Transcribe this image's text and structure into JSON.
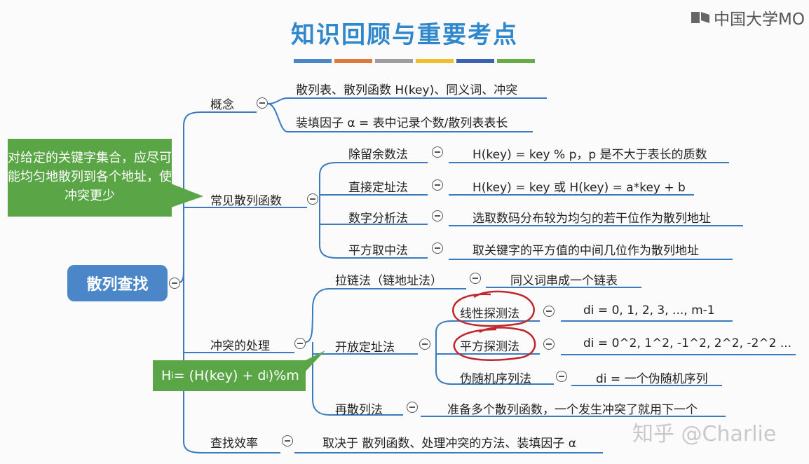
{
  "header": {
    "title": "知识回顾与重要考点",
    "brand": "中国大学MO",
    "stripe_colors": [
      "#4a86c8",
      "#e07a3a",
      "#9e9e9e",
      "#efbf2b",
      "#3a62b0",
      "#6aab45"
    ]
  },
  "root": {
    "label": "散列查找"
  },
  "callouts": {
    "goal": "对给定的关键字集合，应尽可能均匀地散列到各个地址，使冲突更少",
    "formula": {
      "main": "H",
      "sub_i": "i",
      "mid": " = (H(key) + d",
      "sub_i2": "i",
      "tail": ")%m"
    }
  },
  "branches": {
    "concept": {
      "label": "概念",
      "items": [
        "散列表、散列函数 H(key)、同义词、冲突",
        "装填因子 α = 表中记录个数/散列表表长"
      ]
    },
    "hash_functions": {
      "label": "常见散列函数",
      "items": [
        {
          "name": "除留余数法",
          "desc": "H(key) = key % p，p 是不大于表长的质数"
        },
        {
          "name": "直接定址法",
          "desc": "H(key) = key 或 H(key) = a*key + b"
        },
        {
          "name": "数字分析法",
          "desc": "选取数码分布较为均匀的若干位作为散列地址"
        },
        {
          "name": "平方取中法",
          "desc": "取关键字的平方值的中间几位作为散列地址"
        }
      ]
    },
    "conflict": {
      "label": "冲突的处理",
      "chaining": {
        "name": "拉链法（链地址法）",
        "desc": "同义词串成一个链表"
      },
      "open_addressing": {
        "name": "开放定址法",
        "items": [
          {
            "name": "线性探测法",
            "desc": "di = 0, 1, 2, 3, ..., m-1"
          },
          {
            "name": "平方探测法",
            "desc": "di = 0^2, 1^2, -1^2, 2^2, -2^2 ..."
          },
          {
            "name": "伪随机序列法",
            "desc": "di = 一个伪随机序列"
          }
        ]
      },
      "rehash": {
        "name": "再散列法",
        "desc": "准备多个散列函数，一个发生冲突了就用下一个"
      }
    },
    "efficiency": {
      "label": "查找效率",
      "desc": "取决于 散列函数、处理冲突的方法、装填因子 α"
    }
  },
  "watermark": "知乎 @Charlie"
}
